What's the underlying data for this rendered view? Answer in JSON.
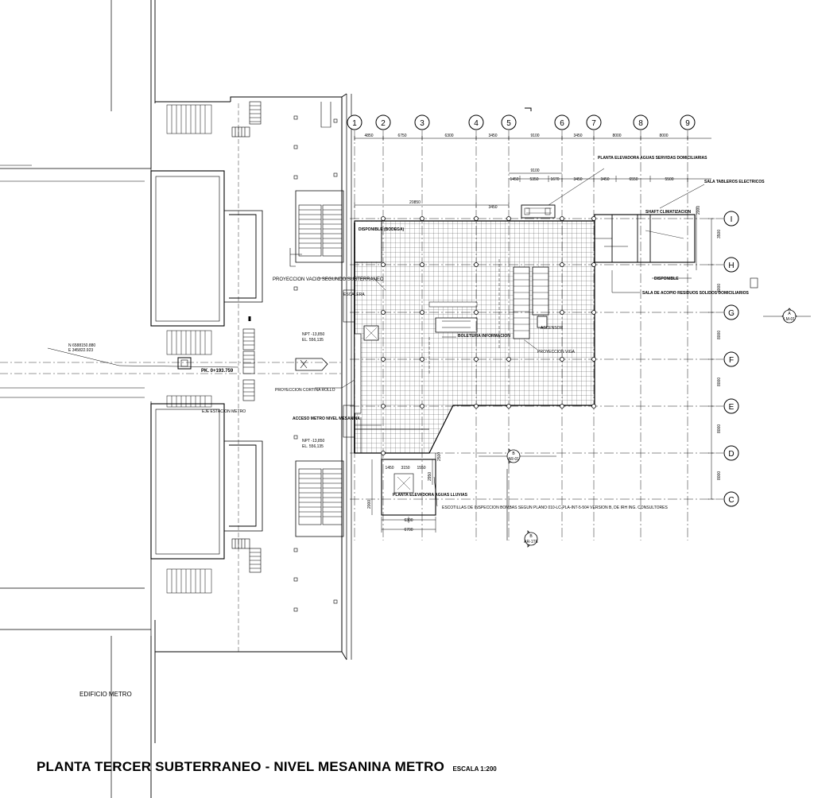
{
  "title": "PLANTA TERCER SUBTERRANEO - NIVEL MESANINA METRO",
  "scale": "ESCALA 1:200",
  "building_label": "EDIFICIO METRO",
  "grid_columns": [
    "1",
    "2",
    "3",
    "4",
    "5",
    "6",
    "7",
    "8",
    "9"
  ],
  "grid_rows": [
    "I",
    "H",
    "G",
    "F",
    "E",
    "D",
    "C"
  ],
  "dims_top": [
    "4850",
    "6750",
    "6300",
    "3450",
    "9100",
    "3450",
    "8000",
    "8000"
  ],
  "dims_second": [
    "1450",
    "5350",
    "1670",
    "3450",
    "3450",
    "6550",
    "5500"
  ],
  "dim_9100_b": "9100",
  "dim_20850": "20850",
  "dim_3450_b": "3450",
  "dims_right": [
    "2000",
    "3500",
    "8000",
    "8000",
    "8000",
    "8000",
    "8000"
  ],
  "dims_bottom": [
    "1450",
    "3150",
    "1550",
    "6300",
    "6700",
    "2950",
    "2500",
    "2000"
  ],
  "labels": {
    "disponible_bodega": "DISPONIBLE (BODEGA)",
    "proyeccion_vacio": "PROYECCION VACIO SEGUNDO SUBTERRANEO",
    "escalera": "ESCALERA",
    "npt_top": "NPT -13,850",
    "el_top": "EL. 556,135",
    "coord_n": "N 6588150.880",
    "coord_e": "E 345822.923",
    "pk": "PK. 0+193.759",
    "proyeccion_cortina": "PROYECCION CORTINA ROLLO",
    "eje_estacion": "EJE ESTACION METRO",
    "acceso_metro": "ACCESO METRO NIVEL MESANINA",
    "npt_bottom": "NPT -13,850",
    "el_bottom": "EL. 556,135",
    "boleteria": "BOLETERIA INFORMACION",
    "planta_elev_servidas": "PLANTA ELEVADORA AGUAS SERVIDAS DOMICILIARIAS",
    "sala_tableros": "SALA TABLEROS ELECTRICOS",
    "shaft": "SHAFT CLIMATIZACION",
    "disponible": "DISPONIBLE",
    "sala_acopio": "SALA DE ACOPIO RESIDUOS SOLIDOS DOMICILIARIOS",
    "planta_elev_lluvias": "PLANTA ELEVADORA AGUAS LLUVIAS",
    "escotillas": "ESCOTILLAS DE INSPECCION BOMBAS SEGUN PLANO 010-LC-PLA-INT-5-504 VERSION B, DE IRH ING. CONSULTORES",
    "proyeccion_viga": "PROYECCION VIGA",
    "ascensor": "ASCENSOR",
    "section_a": "A",
    "section_a_ref": "LM-01",
    "section_b": "B",
    "section_b_ref": "AR-01",
    "section_b2": "B",
    "section_b2_ref": "AR-1TE"
  }
}
